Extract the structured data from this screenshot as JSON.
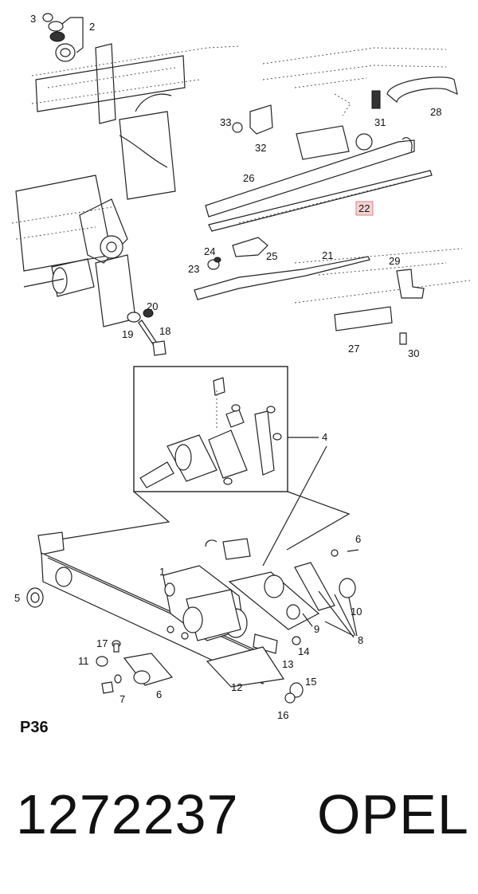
{
  "diagram": {
    "callouts": [
      "1",
      "2",
      "3",
      "4",
      "5",
      "6",
      "6",
      "7",
      "8",
      "9",
      "10",
      "11",
      "12",
      "13",
      "14",
      "15",
      "16",
      "17",
      "18",
      "19",
      "20",
      "21",
      "22",
      "23",
      "24",
      "25",
      "26",
      "27",
      "28",
      "29",
      "30",
      "31",
      "32",
      "33"
    ],
    "highlighted_callout": "22",
    "highlight_color": "#f6d3d3"
  },
  "footer": {
    "page_label": "P36",
    "part_number": "1272237",
    "brand": "OPEL"
  }
}
